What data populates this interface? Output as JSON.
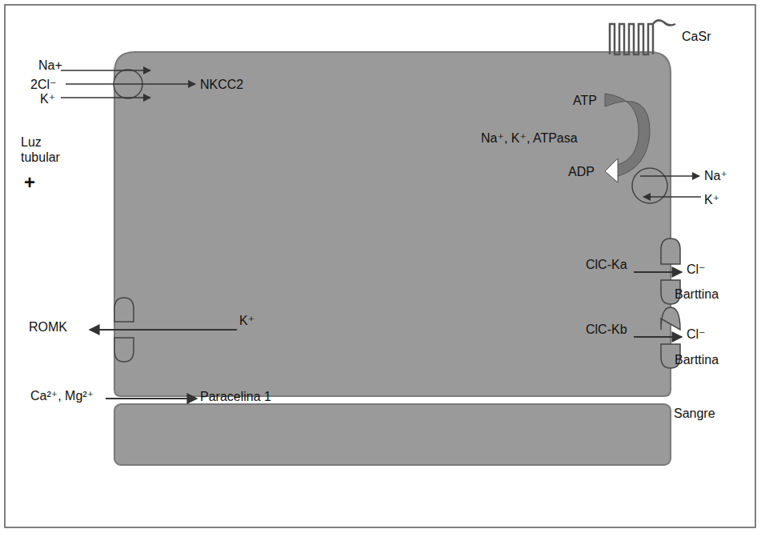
{
  "diagram": {
    "nodes": [
      {
        "text": [
          "NKCC2",
          "ATP",
          "Na⁺, K⁺, ATPasa",
          "ADP",
          "K⁺",
          "ClC-Ka",
          "ClC-Kb"
        ]
      },
      {
        "text": [
          "Sangre"
        ]
      }
    ],
    "labels": [
      "Na+",
      "2Cl⁻",
      "K⁺",
      "Luz tubular",
      "+",
      "ROMK",
      "CaSr",
      "Na⁺",
      "K⁺",
      "Cl⁻",
      "Barttina",
      "Cl⁻",
      "Barttina",
      "Ca²⁺, Mg²⁺",
      "Paracelina 1"
    ]
  }
}
